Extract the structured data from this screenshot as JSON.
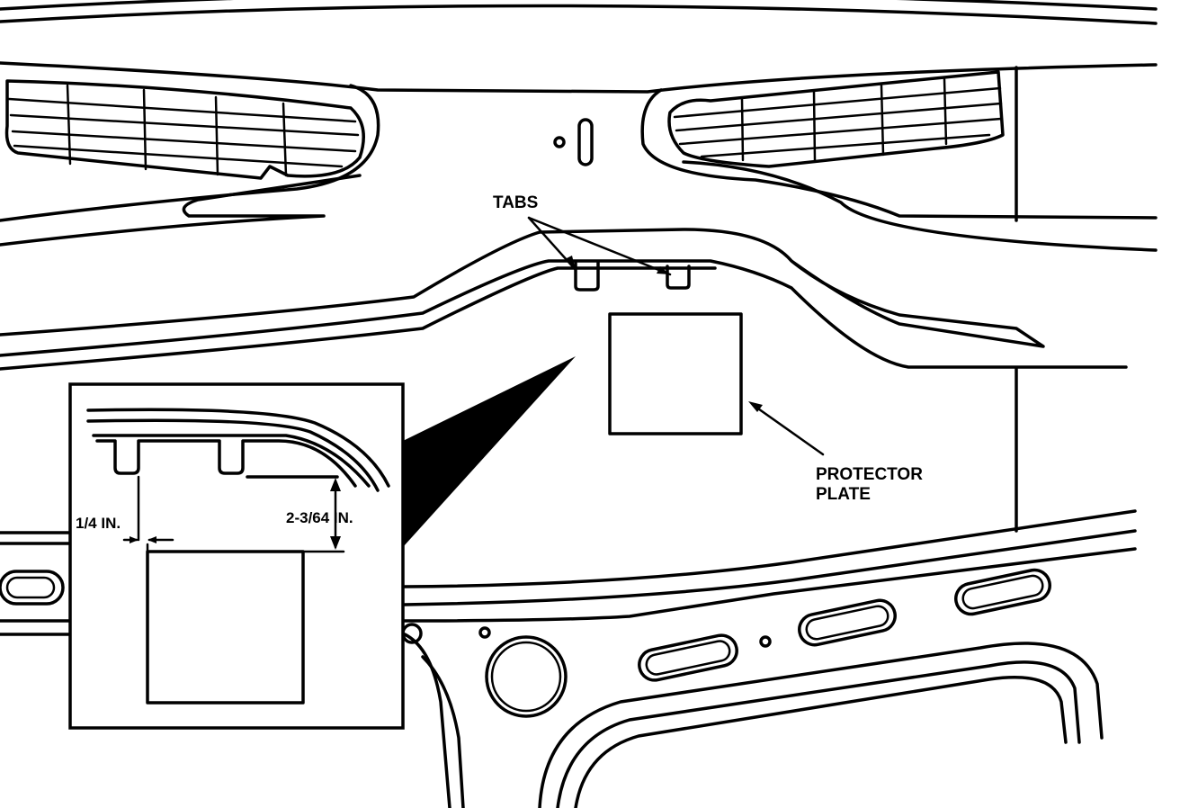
{
  "labels": {
    "tabs": "TABS",
    "protector_plate_line1": "PROTECTOR",
    "protector_plate_line2": "PLATE",
    "dim_quarter": "1/4 IN.",
    "dim_height": "2-3/64 IN."
  }
}
